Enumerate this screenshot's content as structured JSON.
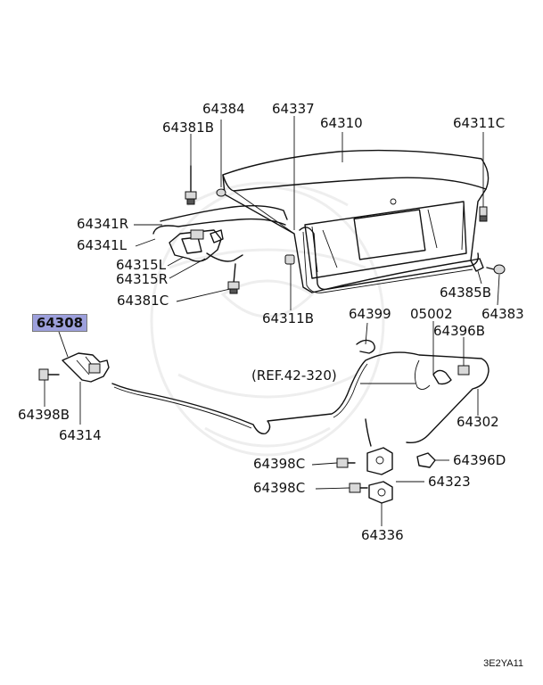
{
  "labels": {
    "p64384": "64384",
    "p64337": "64337",
    "p64310": "64310",
    "p64311C": "64311C",
    "p64381B": "64381B",
    "p64341R": "64341R",
    "p64341L": "64341L",
    "p64315L": "64315L",
    "p64315R": "64315R",
    "p64381C": "64381C",
    "p64311B": "64311B",
    "p64385B": "64385B",
    "p64383": "64383",
    "p64308": "64308",
    "p64399": "64399",
    "p05002": "05002",
    "p64396B": "64396B",
    "ref": "(REF.42-320)",
    "p64398B": "64398B",
    "p64314": "64314",
    "p64302": "64302",
    "p64398C_a": "64398C",
    "p64396D": "64396D",
    "p64323": "64323",
    "p64398C_b": "64398C",
    "p64336": "64336"
  },
  "diagram_code": "3E2YA11",
  "highlight_color": "#9da0dc"
}
